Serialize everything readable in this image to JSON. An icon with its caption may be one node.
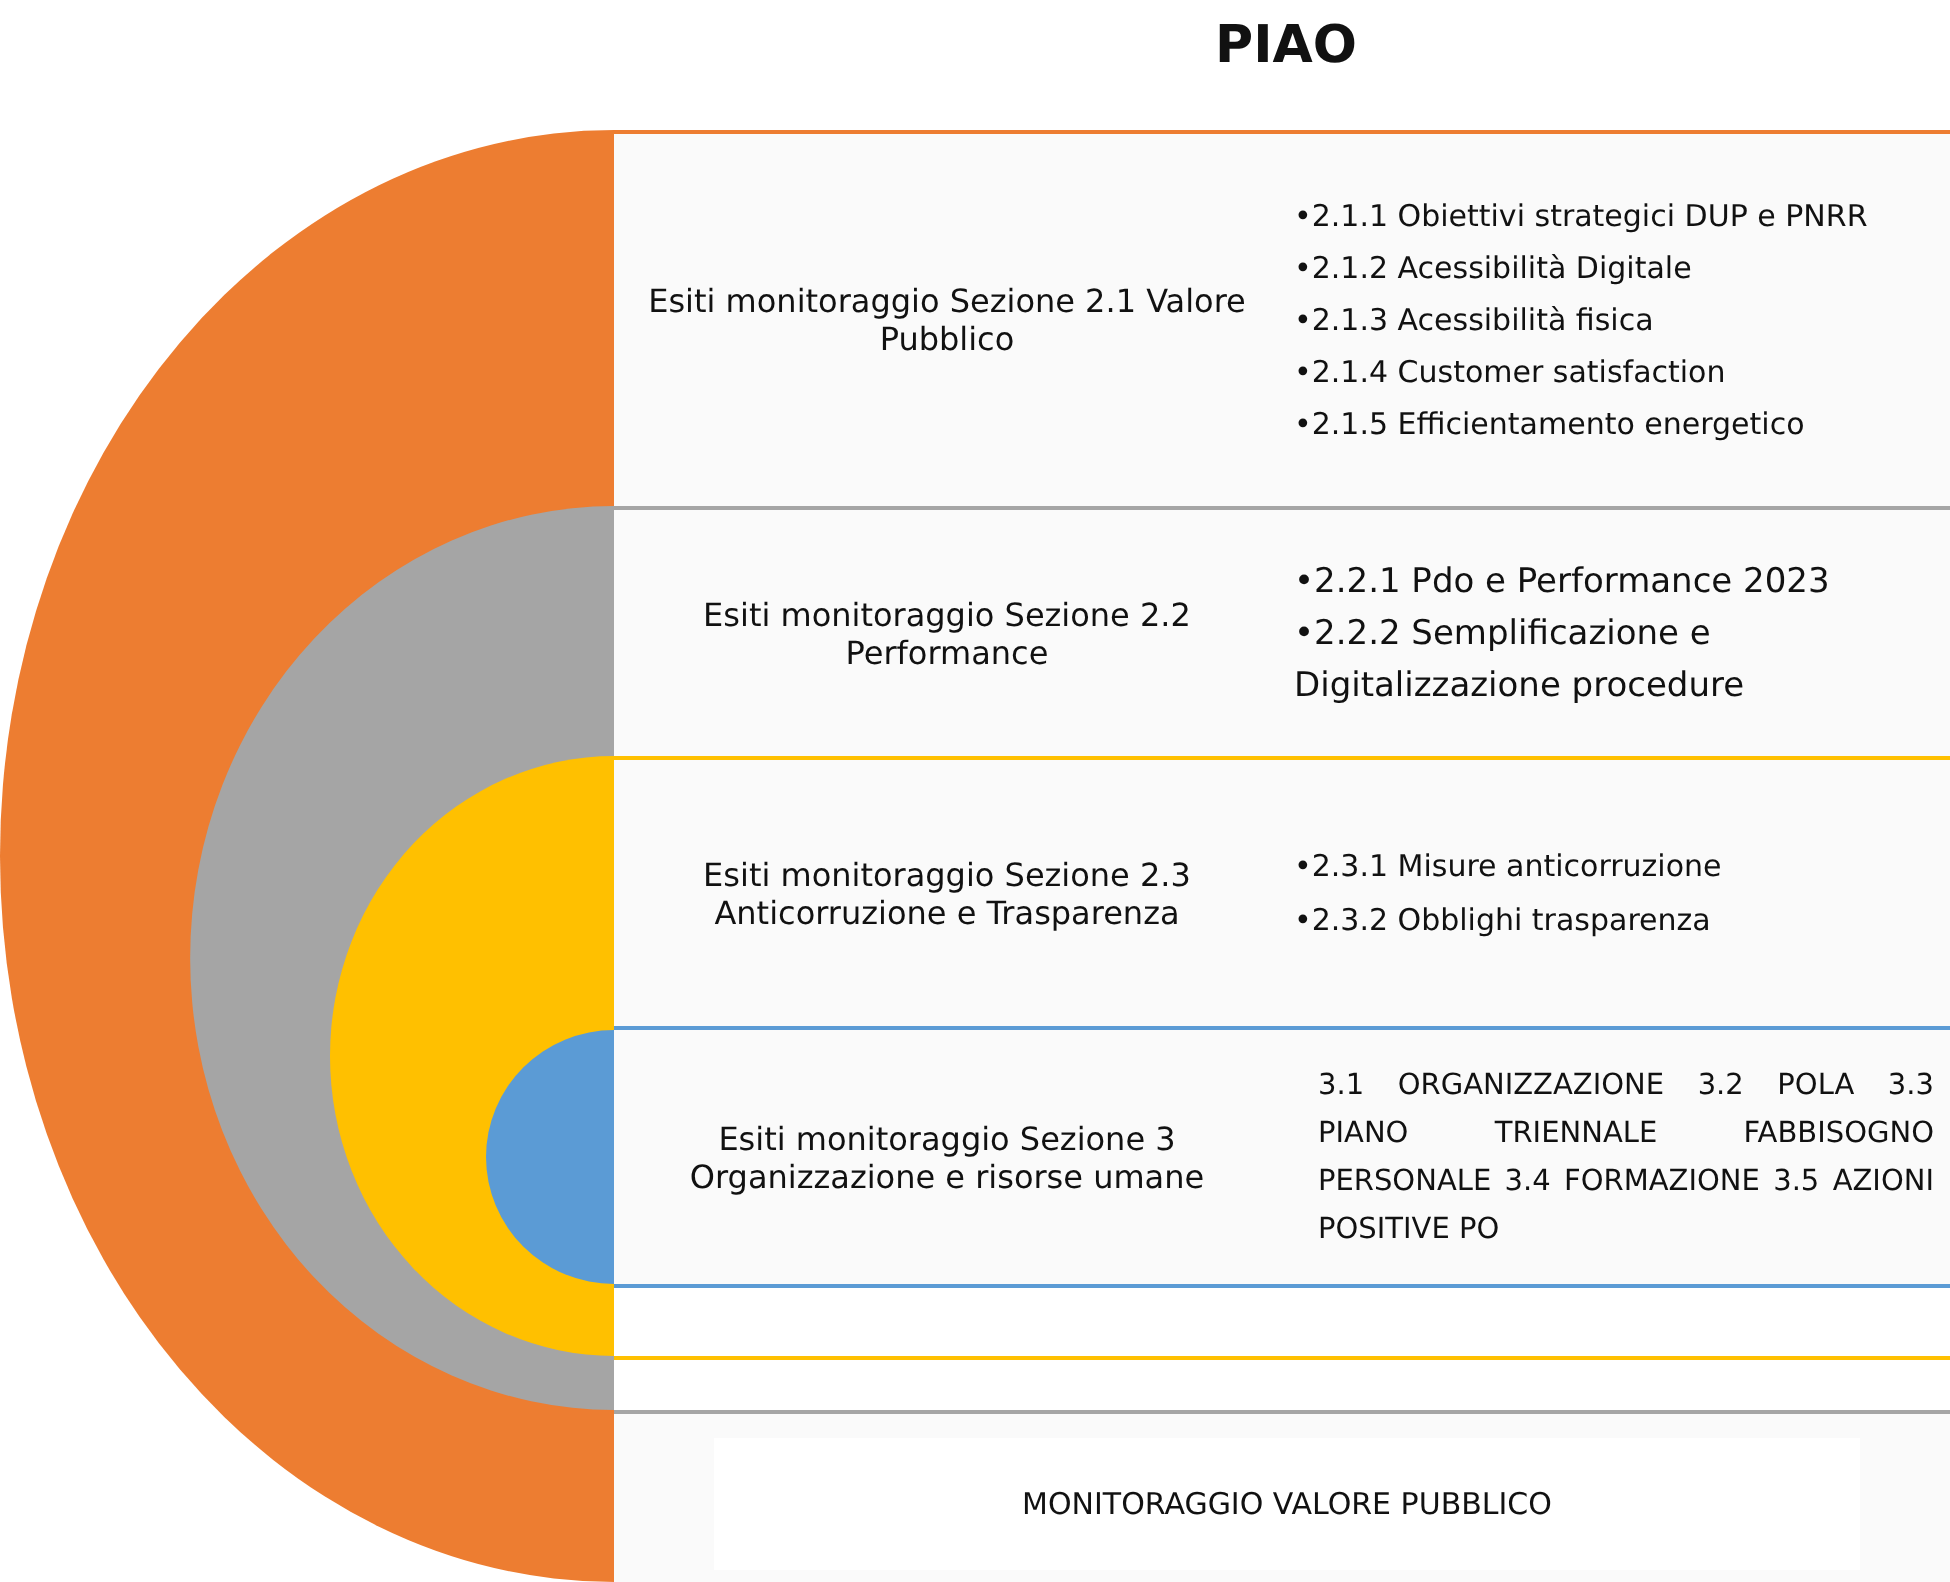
{
  "diagram": {
    "title": "PIAO",
    "nodes": [
      {
        "text": [
          "Esiti monitoraggio Sezione 2.1 Valore Pubblico",
          "•2.1.1 Obiettivi strategici DUP e PNRR",
          "•2.1.2 Acessibilità Digitale",
          "•2.1.3 Acessibilità fisica",
          "•2.1.4 Customer satisfaction",
          "•2.1.5 Efficientamento energetico"
        ]
      },
      {
        "text": [
          "Esiti monitoraggio Sezione 2.2 Performance",
          "•2.2.1 Pdo e Performance 2023",
          "•2.2.2 Semplificazione e Digitalizzazione procedure"
        ]
      },
      {
        "text": [
          "Esiti monitoraggio Sezione 2.3 Anticorruzione e Trasparenza",
          "•2.3.1 Misure anticorruzione",
          "•2.3.2 Obblighi trasparenza"
        ]
      },
      {
        "text": [
          "Esiti monitoraggio Sezione 3 Organizzazione e risorse umane",
          "3.1 ORGANIZZAZIONE 3.2 POLA 3.3 PIANO TRIENNALE FABBISOGNO PERSONALE 3.4 FORMAZIONE 3.5 AZIONI POSITIVE PO"
        ]
      },
      {
        "text": [
          "MONITORAGGIO VALORE PUBBLICO"
        ]
      }
    ]
  }
}
